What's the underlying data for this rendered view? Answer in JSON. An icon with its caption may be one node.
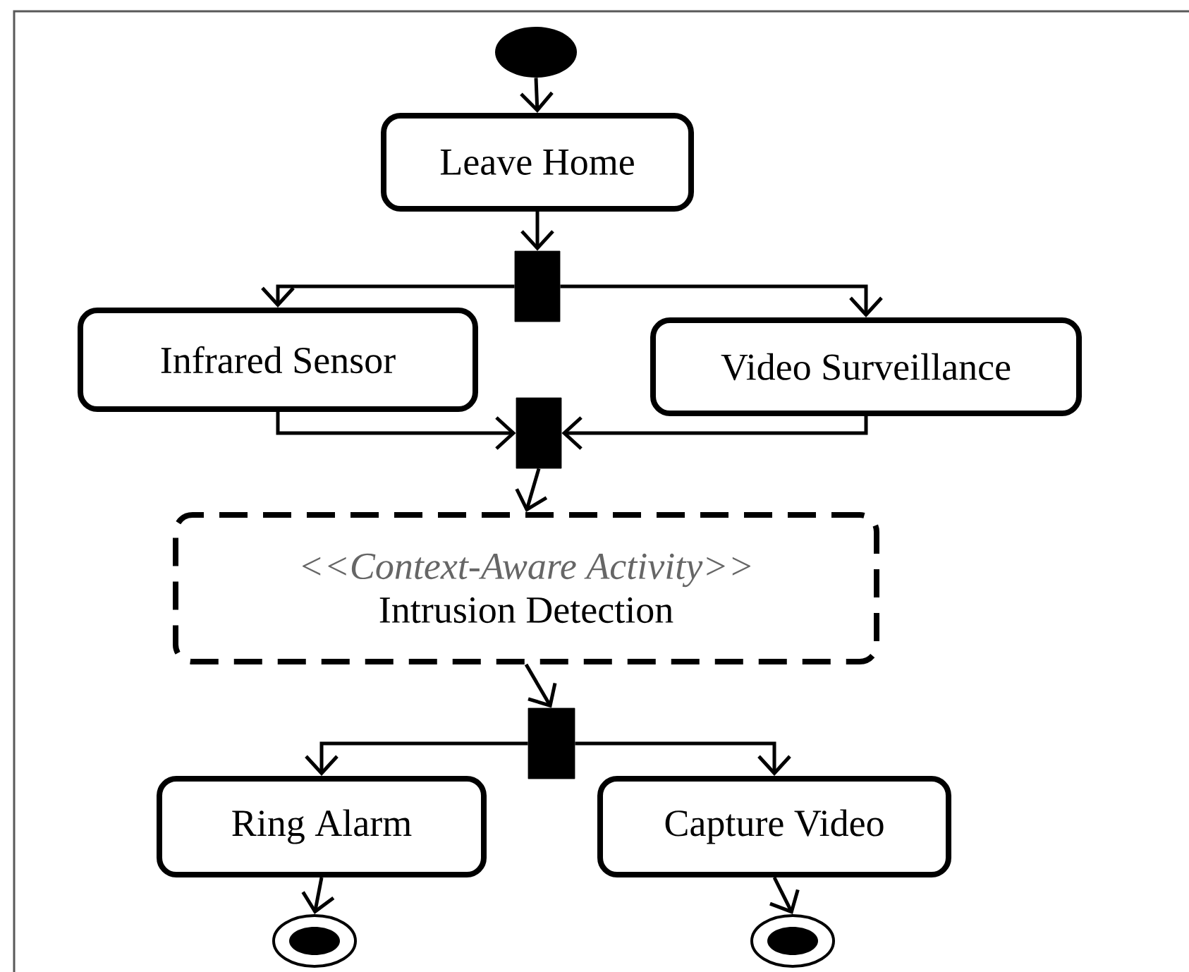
{
  "diagram": {
    "nodes": [
      {
        "text": [],
        "shape": "circle"
      },
      {
        "text": [
          "Leave Home"
        ]
      },
      {
        "text": [],
        "shape": "bar"
      },
      {
        "text": [
          "Infrared Sensor"
        ]
      },
      {
        "text": [
          "Video Surveillance"
        ]
      },
      {
        "text": [],
        "shape": "bar"
      },
      {
        "text": [
          "<<Context-Aware Activity>>",
          "Intrusion Detection"
        ]
      },
      {
        "text": [],
        "shape": "bar"
      },
      {
        "text": [
          "Ring Alarm"
        ]
      },
      {
        "text": [
          "Capture Video"
        ]
      },
      {
        "text": [],
        "shape": "bullseye"
      },
      {
        "text": [],
        "shape": "bullseye"
      }
    ],
    "edges": [
      {
        "from": 0,
        "to": 1,
        "arrow": "to"
      },
      {
        "from": 1,
        "to": 2,
        "arrow": "to"
      },
      {
        "from": 2,
        "to": 3,
        "arrow": "to"
      },
      {
        "from": 2,
        "to": 4,
        "arrow": "to"
      },
      {
        "from": 3,
        "to": 5,
        "arrow": "to"
      },
      {
        "from": 4,
        "to": 5,
        "arrow": "to"
      },
      {
        "from": 5,
        "to": 6,
        "arrow": "to"
      },
      {
        "from": 6,
        "to": 7,
        "arrow": "to"
      },
      {
        "from": 7,
        "to": 8,
        "arrow": "to"
      },
      {
        "from": 7,
        "to": 9,
        "arrow": "to"
      },
      {
        "from": 8,
        "to": 10,
        "arrow": "to"
      },
      {
        "from": 9,
        "to": 11,
        "arrow": "to"
      }
    ]
  }
}
